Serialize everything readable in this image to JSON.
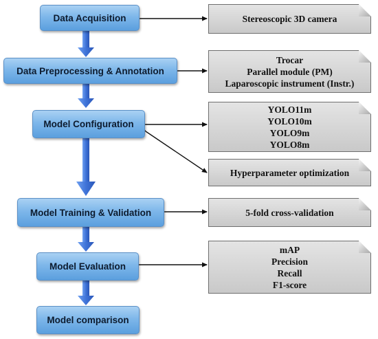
{
  "steps": [
    {
      "label": "Data Acquisition"
    },
    {
      "label": "Data Preprocessing & Annotation"
    },
    {
      "label": "Model Configuration"
    },
    {
      "label": "Model Training & Validation"
    },
    {
      "label": "Model Evaluation"
    },
    {
      "label": "Model comparison"
    }
  ],
  "notes": {
    "acquisition": [
      "Stereoscopic 3D camera"
    ],
    "preprocessing": [
      "Trocar",
      "Parallel module (PM)",
      "Laparoscopic instrument (Instr.)"
    ],
    "models": [
      "YOLO11m",
      "YOLO10m",
      "YOLO9m",
      "YOLO8m"
    ],
    "hyperparameter": [
      "Hyperparameter optimization"
    ],
    "training": [
      "5-fold cross-validation"
    ],
    "evaluation": [
      "mAP",
      "Precision",
      "Recall",
      "F1-score"
    ]
  },
  "colors": {
    "step_fill": "#7eb7ea",
    "flow_arrow": "#3f73d8",
    "note_fill": "#d4d4d4"
  }
}
